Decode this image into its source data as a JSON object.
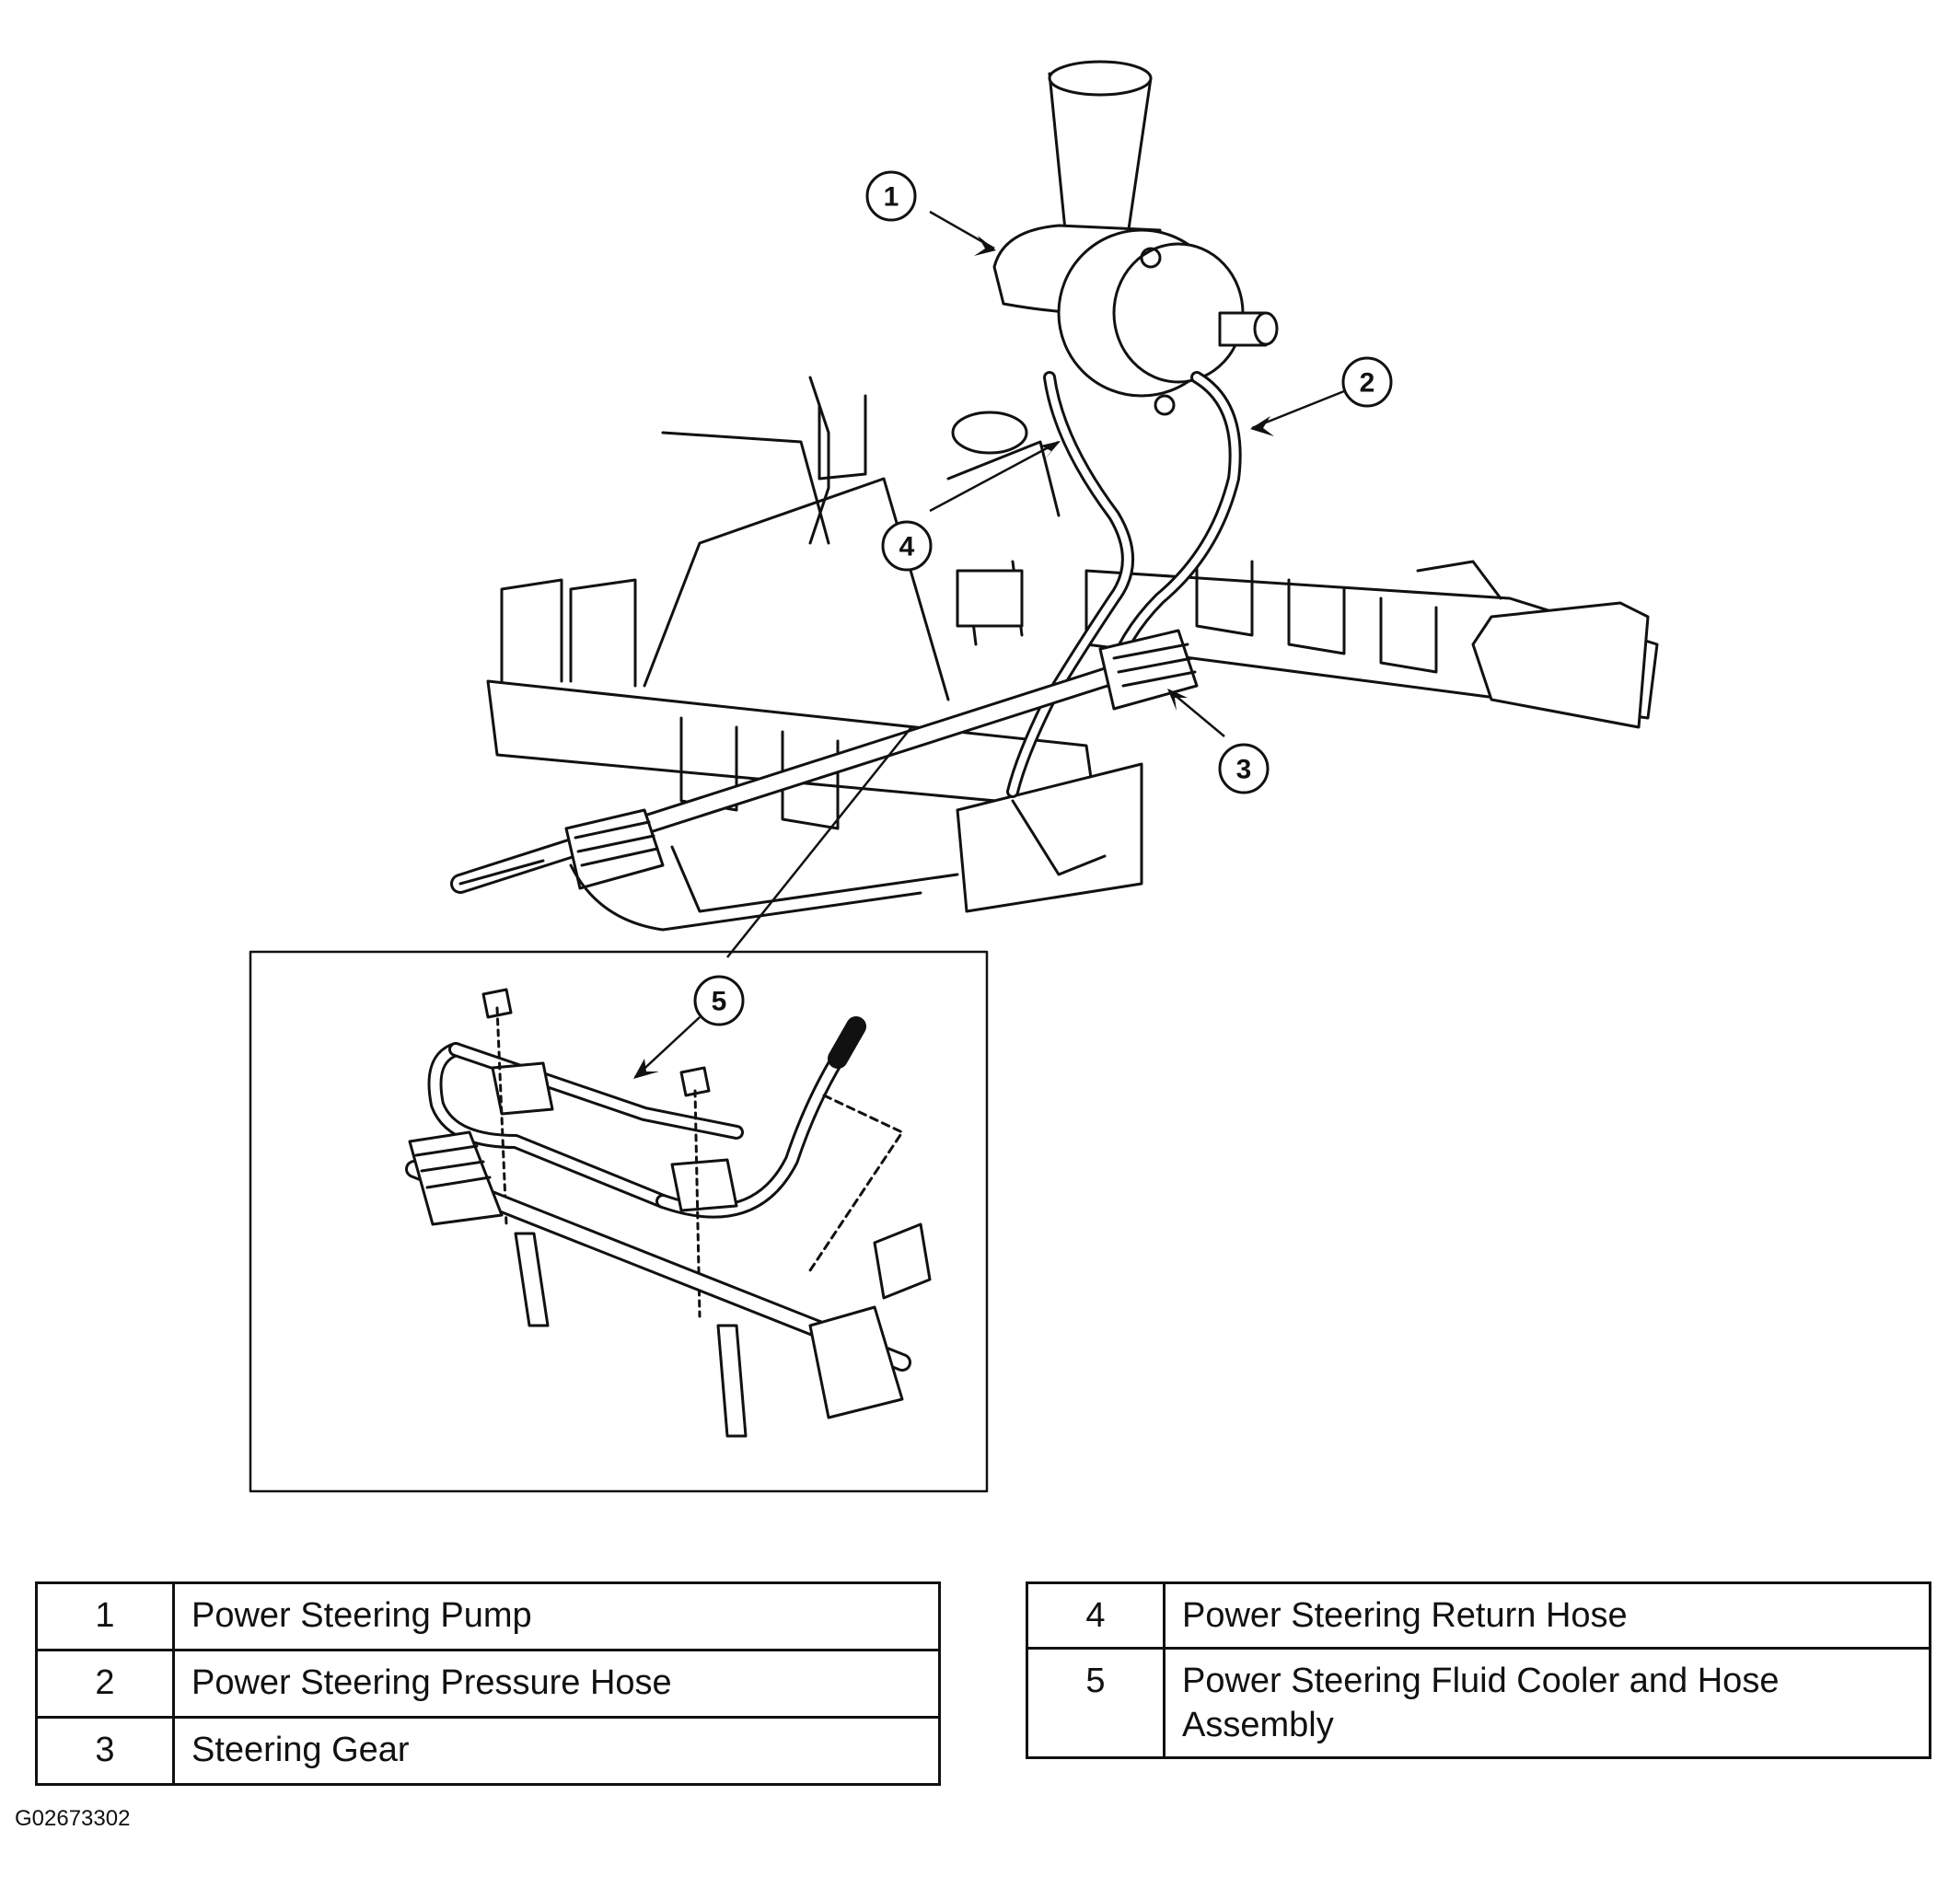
{
  "callouts": [
    "1",
    "2",
    "3",
    "4",
    "5"
  ],
  "legend_left": [
    {
      "num": "1",
      "label": "Power Steering Pump"
    },
    {
      "num": "2",
      "label": "Power Steering Pressure Hose"
    },
    {
      "num": "3",
      "label": "Steering Gear"
    }
  ],
  "legend_right": [
    {
      "num": "4",
      "label": "Power Steering Return Hose"
    },
    {
      "num": "5",
      "label": "Power Steering Fluid Cooler and Hose Assembly"
    }
  ],
  "figure_id": "G02673302",
  "colors": {
    "line": "#111111",
    "paper": "#ffffff"
  }
}
